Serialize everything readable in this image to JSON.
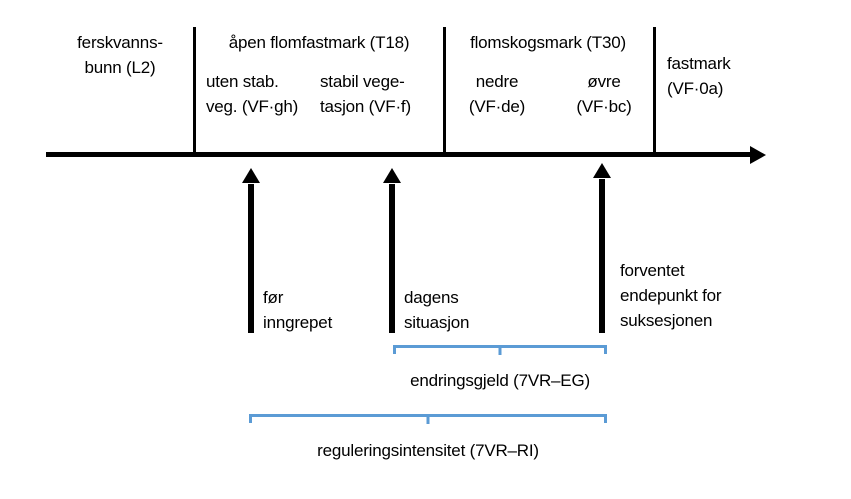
{
  "figure": {
    "language": "no",
    "accent_color": "#5b9bd5",
    "line_color": "#000000",
    "background": "#ffffff"
  },
  "axis": {
    "name": "horizontal-gradient-axis",
    "arrow_direction": "right"
  },
  "zones": [
    {
      "id": "zone-ferskvannsbunn",
      "title_line1": "ferskvanns-",
      "title_line2": "bunn (L2)",
      "subzones": []
    },
    {
      "id": "zone-apen-flomfastmark",
      "title_line1": "åpen flomfastmark (T18)",
      "title_line2": "",
      "subzones": [
        {
          "id": "subzone-uten-stab-veg",
          "line1": "uten stab.",
          "line2": "veg. (VF·gh)"
        },
        {
          "id": "subzone-stabil-vegetasjon",
          "line1": "stabil vege-",
          "line2": "tasjon (VF·f)"
        }
      ]
    },
    {
      "id": "zone-flomskogsmark",
      "title_line1": "flomskogsmark (T30)",
      "title_line2": "",
      "subzones": [
        {
          "id": "subzone-nedre",
          "line1": "nedre",
          "line2": "(VF·de)"
        },
        {
          "id": "subzone-ovre",
          "line1": "øvre",
          "line2": "(VF·bc)"
        }
      ]
    },
    {
      "id": "zone-fastmark",
      "title_line1": "fastmark",
      "title_line2": "(VF·0a)",
      "subzones": []
    }
  ],
  "markers": [
    {
      "id": "marker-for-inngrepet",
      "label_line1": "før",
      "label_line2": "inngrepet",
      "label_line3": ""
    },
    {
      "id": "marker-dagens-situasjon",
      "label_line1": "dagens",
      "label_line2": "situasjon",
      "label_line3": ""
    },
    {
      "id": "marker-forventet-endepunkt",
      "label_line1": "forventet",
      "label_line2": "endepunkt for",
      "label_line3": "suksesjonen"
    }
  ],
  "brackets": [
    {
      "id": "bracket-endringsgjeld",
      "label": "endringsgjeld (7VR–EG)",
      "from_marker": "marker-dagens-situasjon",
      "to_marker": "marker-forventet-endepunkt"
    },
    {
      "id": "bracket-reguleringsintensitet",
      "label": "reguleringsintensitet (7VR–RI)",
      "from_marker": "marker-for-inngrepet",
      "to_marker": "marker-forventet-endepunkt"
    }
  ]
}
